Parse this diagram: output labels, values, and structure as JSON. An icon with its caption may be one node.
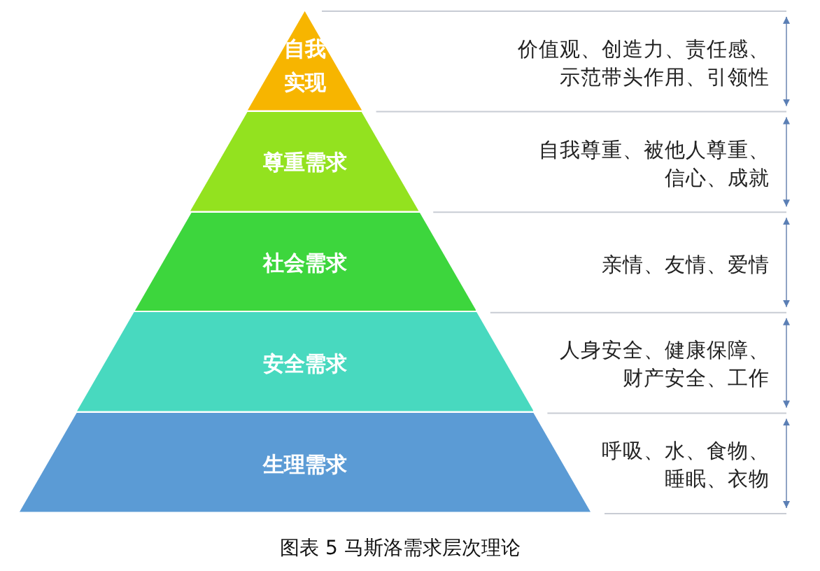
{
  "diagram": {
    "caption": "图表 5 马斯洛需求层次理论",
    "nodes": [
      {
        "text": [
          "自我实现"
        ]
      },
      {
        "text": [
          "尊重需求"
        ]
      },
      {
        "text": [
          "社会需求"
        ]
      },
      {
        "text": [
          "安全需求"
        ]
      },
      {
        "text": [
          "生理需求"
        ]
      }
    ],
    "labels": [
      "价值观、创造力、责任感、示范带头作用、引领性",
      "自我尊重、被他人尊重、信心、成就",
      "亲情、友情、爱情",
      "人身安全、健康保障、财产安全、工作",
      "呼吸、水、食物、睡眠、衣物"
    ]
  }
}
